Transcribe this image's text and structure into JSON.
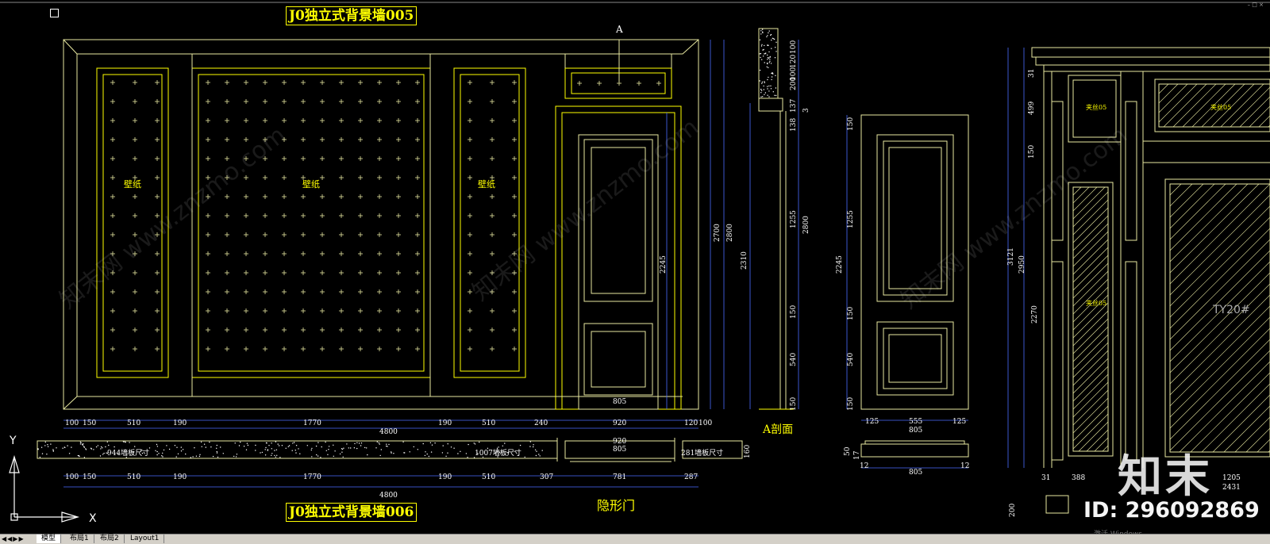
{
  "window": {
    "controls": "– □ ×"
  },
  "titles": {
    "top": "J0独立式背景墙005",
    "bottom": "J0独立式背景墙006",
    "section": "A剖面",
    "door": "隐形门",
    "marker": "A"
  },
  "labels": {
    "wallpaper": "壁纸",
    "panel1": "944墙板尺寸",
    "panel2": "1007墙板尺寸",
    "panel3": "281墙板尺寸",
    "jiasi": "夹丝05",
    "ty": "TY20#"
  },
  "dims": {
    "bottom_row1": [
      "100",
      "150",
      "510",
      "190",
      "1770",
      "190",
      "510",
      "240",
      "920",
      "120",
      "100"
    ],
    "total": "4800",
    "bottom_row2": [
      "100",
      "150",
      "510",
      "190",
      "1770",
      "190",
      "510",
      "307",
      "781",
      "287"
    ],
    "mid": [
      "920",
      "805"
    ],
    "door_width": "805",
    "vert_main": [
      "2700",
      "2800",
      "2310",
      "2245"
    ],
    "vert_right": [
      "100",
      "120",
      "100",
      "200",
      "137",
      "3",
      "138",
      "1255",
      "2800",
      "150",
      "540",
      "150"
    ],
    "door2_vert": [
      "150",
      "1255",
      "2245",
      "150",
      "540",
      "150"
    ],
    "door2_horiz": [
      "125",
      "555",
      "125",
      "805",
      "12",
      "805",
      "12"
    ],
    "door2_small": [
      "50",
      "17"
    ],
    "side": [
      "31",
      "499",
      "150",
      "3121",
      "2950",
      "2270"
    ],
    "side_bottom": [
      "31",
      "388",
      "1205",
      "2431",
      "200"
    ],
    "plinth": "160"
  },
  "axes": {
    "y": "Y",
    "x": "X"
  },
  "tabs": [
    "模型",
    "布局1",
    "布局2",
    "Layout1"
  ],
  "brand": {
    "logo": "知末",
    "id": "ID: 296092869",
    "watermark": "知末网 www.znzmo.com",
    "win": "激活 Windows"
  }
}
